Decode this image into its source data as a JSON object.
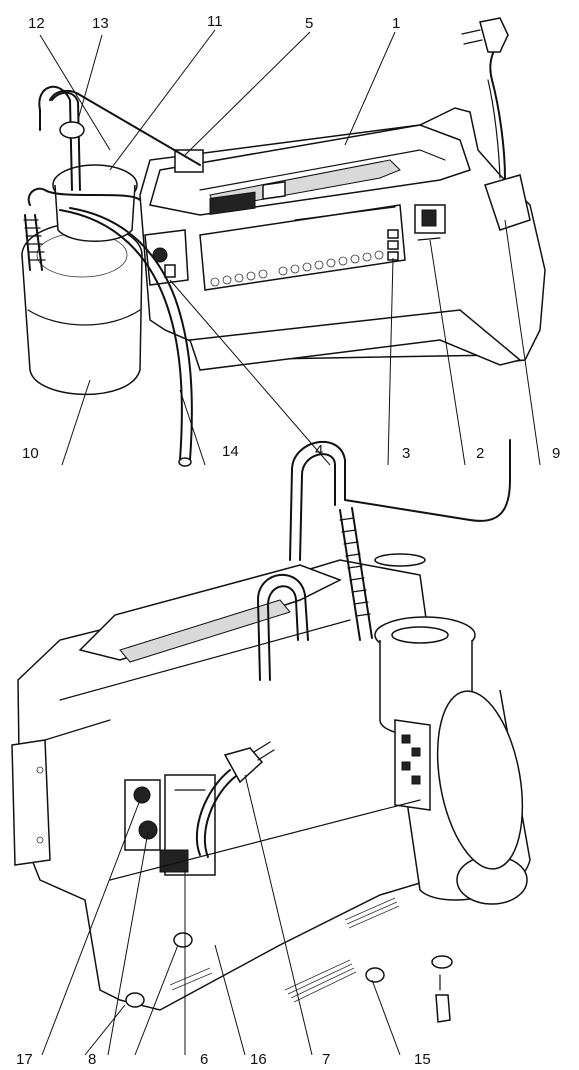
{
  "callouts_top": [
    {
      "id": "c12",
      "text": "12"
    },
    {
      "id": "c13",
      "text": "13"
    },
    {
      "id": "c11",
      "text": "11"
    },
    {
      "id": "c5",
      "text": "5"
    },
    {
      "id": "c1",
      "text": "1"
    },
    {
      "id": "c10",
      "text": "10"
    },
    {
      "id": "c14",
      "text": "14"
    },
    {
      "id": "c4",
      "text": "4"
    },
    {
      "id": "c3",
      "text": "3"
    },
    {
      "id": "c2",
      "text": "2"
    },
    {
      "id": "c9",
      "text": "9"
    }
  ],
  "callouts_bottom": [
    {
      "id": "c17",
      "text": "17"
    },
    {
      "id": "c8",
      "text": "8"
    },
    {
      "id": "c6",
      "text": "6"
    },
    {
      "id": "c16",
      "text": "16"
    },
    {
      "id": "c7",
      "text": "7"
    },
    {
      "id": "c15",
      "text": "15"
    }
  ],
  "icons": {
    "front_view": "suction-unit-front-view",
    "rear_view": "suction-unit-rear-view",
    "plug": "power-plug-icon"
  }
}
